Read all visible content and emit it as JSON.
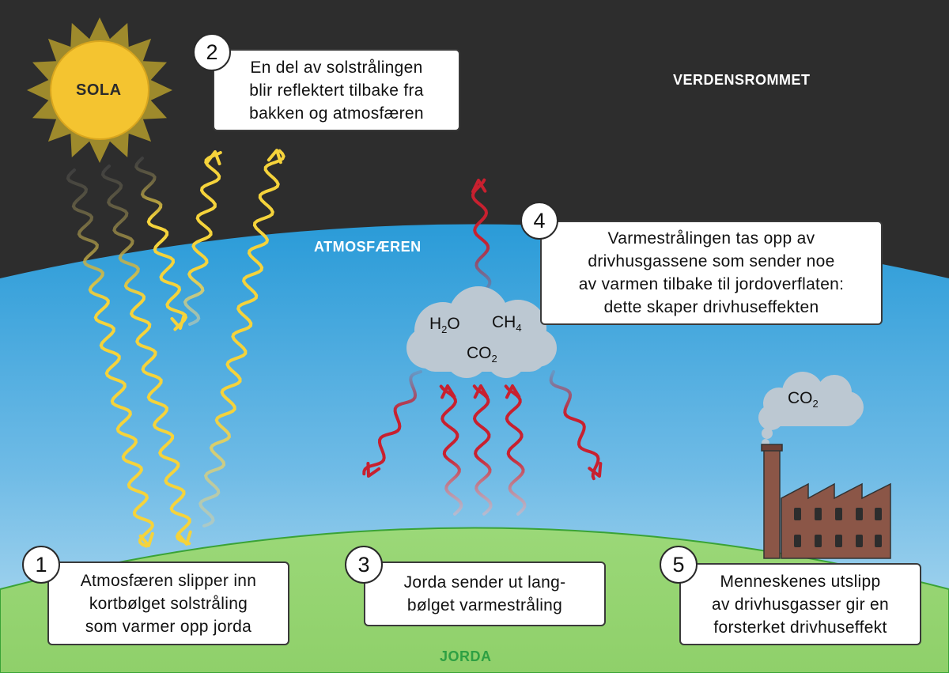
{
  "labels": {
    "space": "VERDENSROMMET",
    "atmosphere": "ATMOSFÆREN",
    "earth": "JORDA",
    "sun": "SOLA"
  },
  "gases": {
    "h2o": {
      "base": "H",
      "sub": "2",
      "tail": "O"
    },
    "ch4": {
      "base": "CH",
      "sub": "4"
    },
    "co2": {
      "base": "CO",
      "sub": "2"
    },
    "factory_co2": {
      "base": "CO",
      "sub": "2"
    }
  },
  "steps": [
    {
      "number": "1",
      "lines": [
        "Atmosfæren slipper inn",
        "kortbølget solstråling",
        "som varmer opp jorda"
      ]
    },
    {
      "number": "2",
      "lines": [
        "En del av solstrålingen",
        "blir reflektert tilbake fra",
        "bakken og atmosfæren"
      ]
    },
    {
      "number": "3",
      "lines": [
        "Jorda sender ut lang-",
        "bølget varmestråling"
      ]
    },
    {
      "number": "4",
      "lines": [
        "Varmestrålingen tas opp av",
        "drivhusgassene som sender noe",
        "av varmen tilbake til jordoverflaten:",
        "dette skaper drivhuseffekten"
      ]
    },
    {
      "number": "5",
      "lines": [
        "Menneskenes utslipp",
        "av drivhusgasser gir en",
        "forsterket drivhuseffekt"
      ]
    }
  ],
  "colors": {
    "space": "#2d2d2d",
    "atmosphere_top": "#2a9bd8",
    "atmosphere_bottom": "#b5dcf0",
    "earth": "#92d36e",
    "earth_line": "#3aa336",
    "sun": "#f4c430",
    "sun_glow": "#9e8a2c",
    "solar_ray": "#f5d33b",
    "heat_ray": "#c8202f",
    "cloud": "#bcc8d2",
    "factory": "#8b5647",
    "space_label": "#ffffff",
    "atmosphere_label": "#ffffff",
    "earth_label": "#2ea043"
  }
}
